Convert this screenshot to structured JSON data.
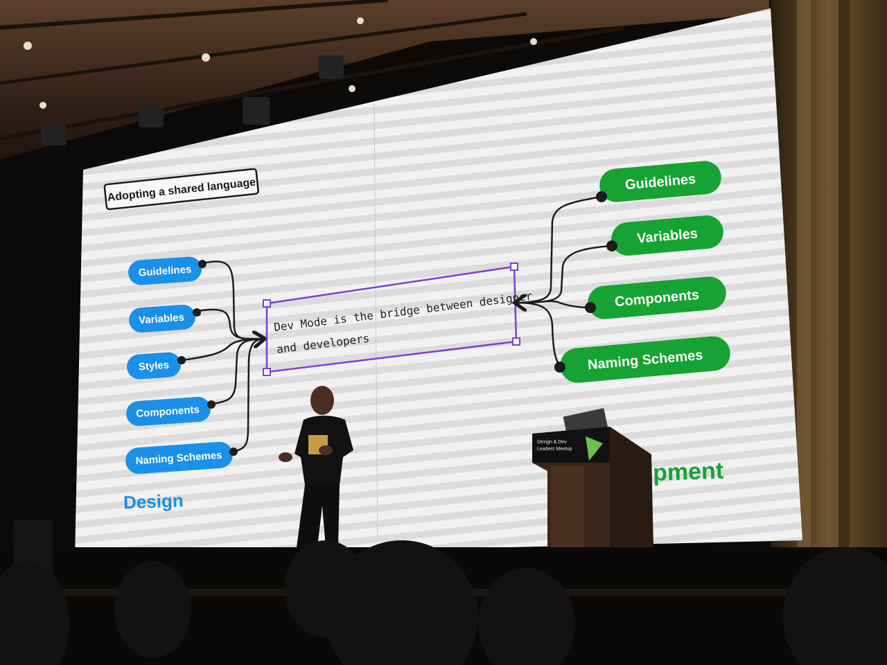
{
  "slide": {
    "title": "Adopting a shared language",
    "center_text_line1": "Dev Mode is the bridge between designer",
    "center_text_line2": "and developers",
    "design_label": "Design",
    "development_label": "pment",
    "design_items": [
      "Guidelines",
      "Variables",
      "Styles",
      "Components",
      "Naming Schemes"
    ],
    "dev_items": [
      "Guidelines",
      "Variables",
      "Components",
      "Naming Schemes"
    ]
  },
  "podium": {
    "line1": "Design & Dev",
    "line2": "Leaders Meetup"
  },
  "colors": {
    "design_blue": "#1a90e8",
    "dev_green": "#16a334",
    "frame_purple": "#7a3fd6",
    "slide_bg": "#ececec",
    "stage_dark": "#0c0a09"
  }
}
